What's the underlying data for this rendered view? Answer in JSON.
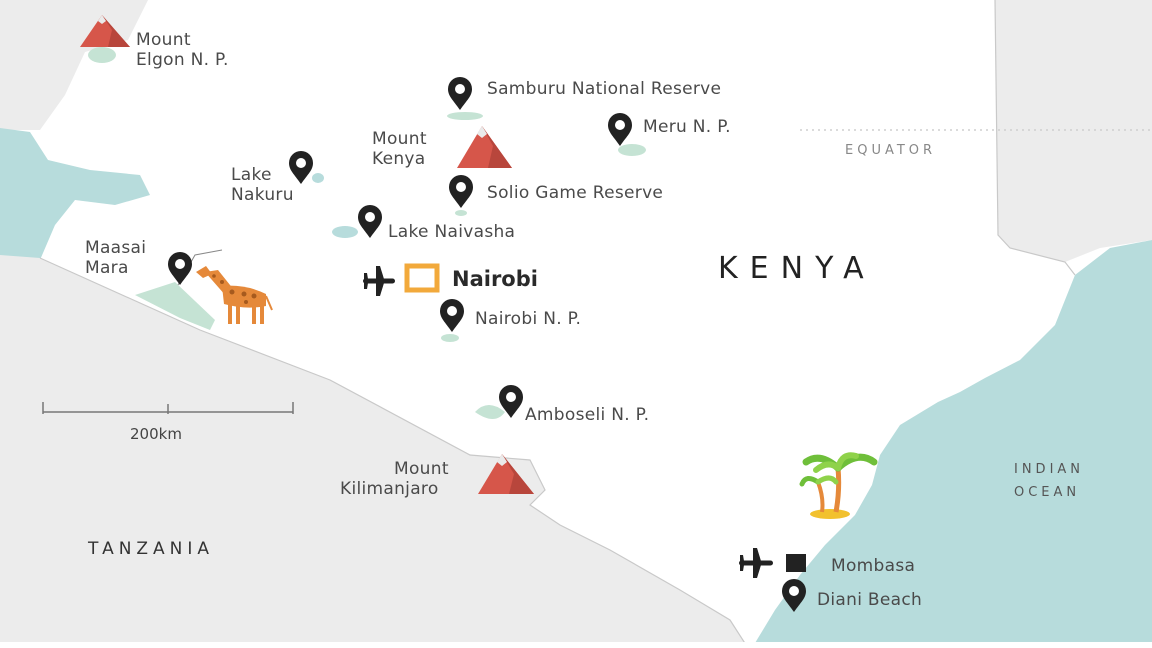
{
  "map": {
    "country_main": "KENYA",
    "country_south": "TANZANIA",
    "ocean_line1": "INDIAN",
    "ocean_line2": "OCEAN",
    "equator": "EQUATOR",
    "scale_label": "200km",
    "colors": {
      "land": "#ffffff",
      "neighbor_land": "#ececec",
      "water": "#b7dcdc",
      "park": "#c5e3d4",
      "mountain": "#d6564a",
      "capital_marker": "#f2a93b",
      "pin": "#222222"
    },
    "places": {
      "elgon_1": "Mount",
      "elgon_2": "Elgon N. P.",
      "samburu": "Samburu National Reserve",
      "meru": "Meru N. P.",
      "kenya_1": "Mount",
      "kenya_2": "Kenya",
      "nakuru_1": "Lake",
      "nakuru_2": "Nakuru",
      "solio": "Solio Game Reserve",
      "naivasha": "Lake Naivasha",
      "mara_1": "Maasai",
      "mara_2": "Mara",
      "nairobi": "Nairobi",
      "nairobi_np": "Nairobi N. P.",
      "amboseli": "Amboseli N. P.",
      "kili_1": "Mount",
      "kili_2": "Kilimanjaro",
      "mombasa": "Mombasa",
      "diani": "Diani Beach"
    },
    "icons": [
      "mountain-icon",
      "map-pin-icon",
      "airplane-icon",
      "capital-square-icon",
      "city-square-icon",
      "giraffe-icon",
      "palm-tree-icon"
    ]
  }
}
